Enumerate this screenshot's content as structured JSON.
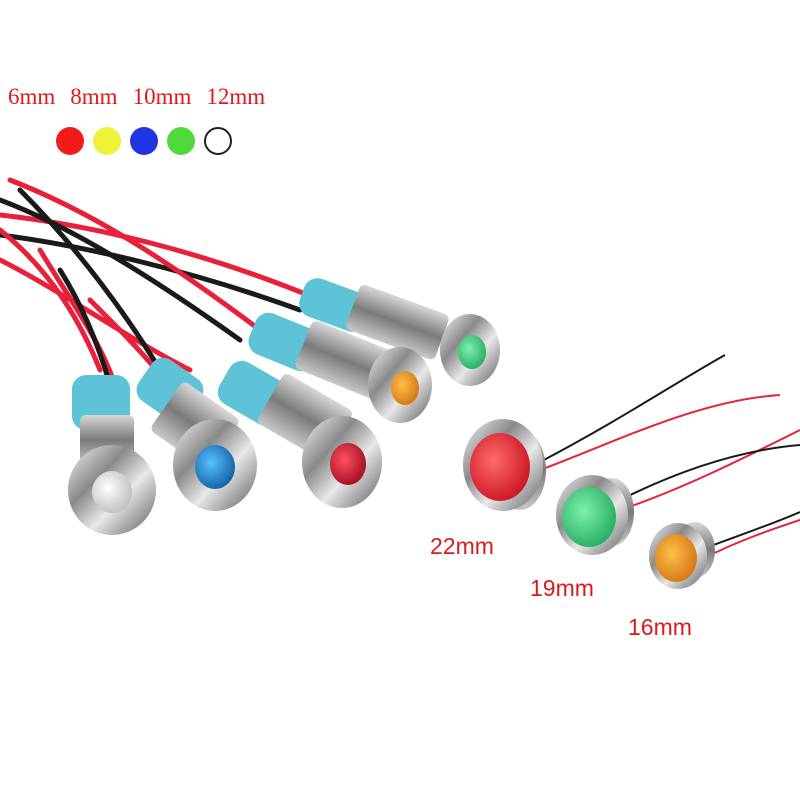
{
  "sizes_small": [
    "6mm",
    "8mm",
    "10mm",
    "12mm"
  ],
  "color_swatches": [
    {
      "name": "red",
      "color": "#f21a1a"
    },
    {
      "name": "yellow",
      "color": "#f0f23a"
    },
    {
      "name": "blue",
      "color": "#1f35e0"
    },
    {
      "name": "green",
      "color": "#4fd93a"
    },
    {
      "name": "white",
      "color": "#ffffff"
    }
  ],
  "sizes_large": {
    "a": "22mm",
    "b": "19mm",
    "c": "16mm"
  },
  "colors": {
    "label_red": "#d81b1b",
    "sleeve_cyan": "#5ec3d6",
    "wire_red": "#e8203a",
    "wire_black": "#1a1a1a"
  }
}
